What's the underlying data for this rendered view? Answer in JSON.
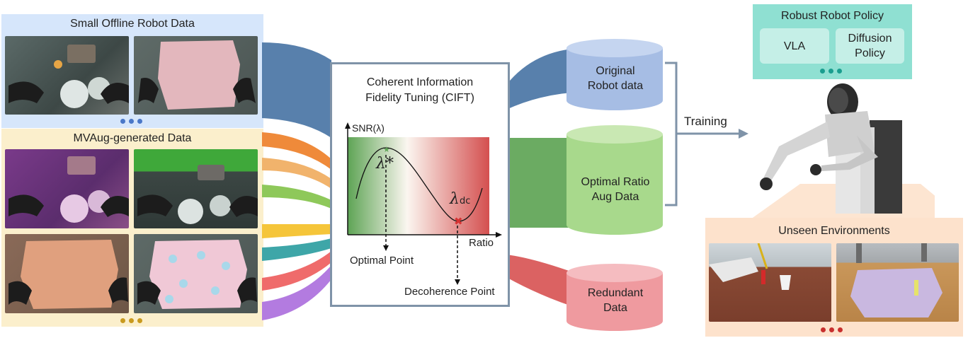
{
  "left": {
    "small_offline_title": "Small Offline Robot Data",
    "mvaug_title": "MVAug-generated Data"
  },
  "cift": {
    "title_line1": "Coherent Information",
    "title_line2": "Fidelity Tuning (CIFT)",
    "y_axis_label": "SNR(λ)",
    "x_axis_label": "Ratio",
    "lambda_star": "λ*",
    "lambda_dc": "λdc",
    "lambda_dc_main": "λ",
    "lambda_dc_sub": "dc",
    "optimal_point": "Optimal Point",
    "decoherence_point": "Decoherence Point"
  },
  "cylinders": {
    "original": [
      "Original",
      "Robot data"
    ],
    "optimal": [
      "Optimal Ratio",
      "Aug Data"
    ],
    "redundant": [
      "Redundant",
      "Data"
    ]
  },
  "training_label": "Training",
  "policy": {
    "title": "Robust Robot Policy",
    "vla": "VLA",
    "diffusion": [
      "Diffusion",
      "Policy"
    ]
  },
  "unseen_title": "Unseen Environments",
  "colors": {
    "blue_panel": "#d6e6fb",
    "yellow_panel": "#fbefcc",
    "policy_panel": "#8fe0d2",
    "unseen_panel": "#fde2cc",
    "blue_flow": "#4f79a8",
    "green_flow": "#5ea455",
    "red_flow": "#d95a5a",
    "dots_blue": "#4a78c8",
    "dots_yellow": "#c99a1e",
    "dots_teal": "#1a9e8f",
    "dots_red": "#c8302e"
  }
}
